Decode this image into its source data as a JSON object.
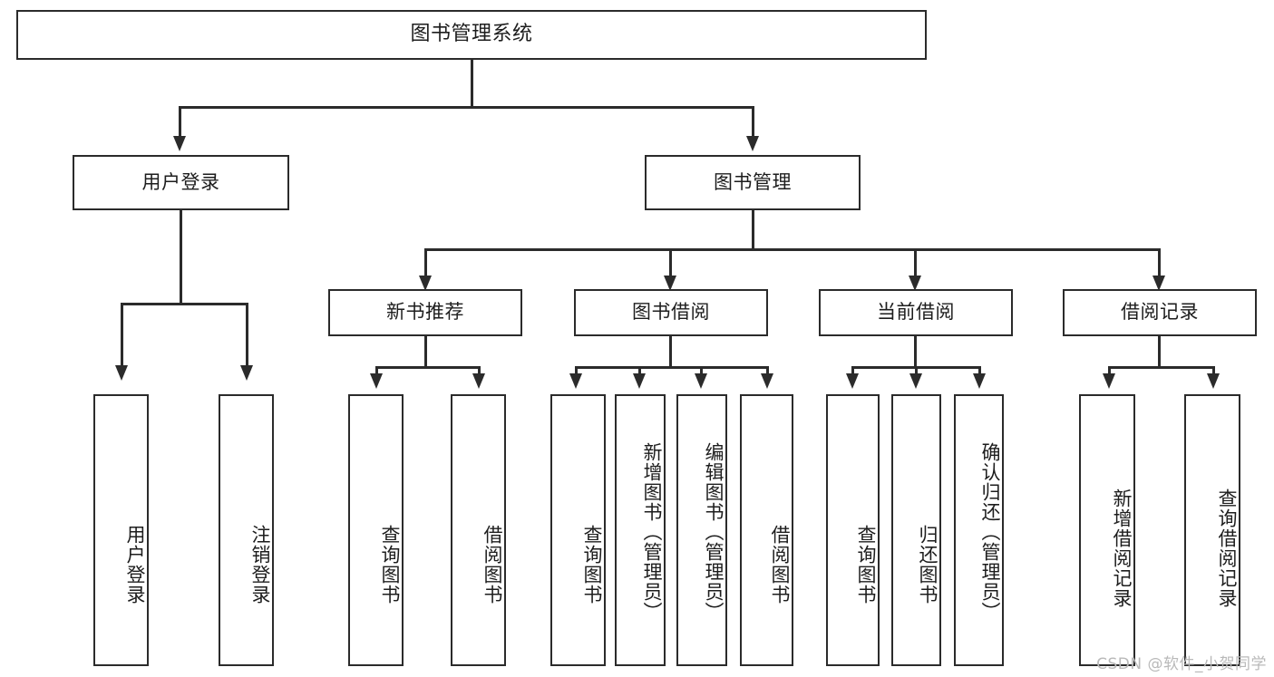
{
  "diagram": {
    "type": "tree",
    "title": "图书管理系统",
    "root": {
      "label": "图书管理系统",
      "children": [
        {
          "label": "用户登录",
          "children": [
            {
              "label": "用户登录"
            },
            {
              "label": "注销登录"
            }
          ]
        },
        {
          "label": "图书管理",
          "children": [
            {
              "label": "新书推荐",
              "children": [
                {
                  "label": "查询图书"
                },
                {
                  "label": "借阅图书"
                }
              ]
            },
            {
              "label": "图书借阅",
              "children": [
                {
                  "label": "查询图书"
                },
                {
                  "label": "新增图书（管理员）"
                },
                {
                  "label": "编辑图书（管理员）"
                },
                {
                  "label": "借阅图书"
                }
              ]
            },
            {
              "label": "当前借阅",
              "children": [
                {
                  "label": "查询图书"
                },
                {
                  "label": "归还图书"
                },
                {
                  "label": "确认归还（管理员）"
                }
              ]
            },
            {
              "label": "借阅记录",
              "children": [
                {
                  "label": "新增借阅记录"
                },
                {
                  "label": "查询借阅记录"
                }
              ]
            }
          ]
        }
      ]
    }
  },
  "nodes": {
    "root": "图书管理系统",
    "l1_user_login": "用户登录",
    "l1_book_manage": "图书管理",
    "l2_new_book_rec": "新书推荐",
    "l2_book_borrow": "图书借阅",
    "l2_current_borrow": "当前借阅",
    "l2_borrow_record": "借阅记录",
    "leaf_user_login": "用户登录",
    "leaf_logout": "注销登录",
    "leaf_query_book_1": "查询图书",
    "leaf_borrow_book_1": "借阅图书",
    "leaf_query_book_2": "查询图书",
    "leaf_add_book": "新增图书（管理员）",
    "leaf_edit_book": "编辑图书（管理员）",
    "leaf_borrow_book_2": "借阅图书",
    "leaf_query_book_3": "查询图书",
    "leaf_return_book": "归还图书",
    "leaf_confirm_return": "确认归还（管理员）",
    "leaf_add_record": "新增借阅记录",
    "leaf_query_record": "查询借阅记录"
  },
  "watermark": {
    "text": "CSDN @软件_小贺同学"
  },
  "colors": {
    "stroke": "#2b2b2b",
    "fill": "#ffffff",
    "text": "#1d1d1d",
    "watermark": "#b9b9b9"
  }
}
